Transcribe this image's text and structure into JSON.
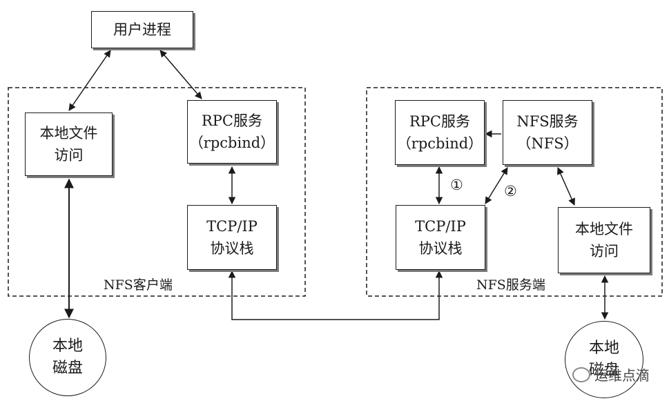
{
  "user_process": "用户进程",
  "client": {
    "label": "NFS客户端",
    "local_file_access": [
      "本地文件",
      "访问"
    ],
    "rpc_service": [
      "RPC服务",
      "（rpcbind）"
    ],
    "tcpip": [
      "TCP/IP",
      "协议栈"
    ]
  },
  "server": {
    "label": "NFS服务端",
    "rpc_service": [
      "RPC服务",
      "（rpcbind）"
    ],
    "nfs_service": [
      "NFS服务",
      "（NFS）"
    ],
    "tcpip": [
      "TCP/IP",
      "协议栈"
    ],
    "local_file_access": [
      "本地文件",
      "访问"
    ]
  },
  "local_disk_left": [
    "本地",
    "磁盘"
  ],
  "local_disk_right": [
    "本地",
    "磁盘"
  ],
  "step_1": "①",
  "step_2": "②",
  "watermark": "运维点滴"
}
